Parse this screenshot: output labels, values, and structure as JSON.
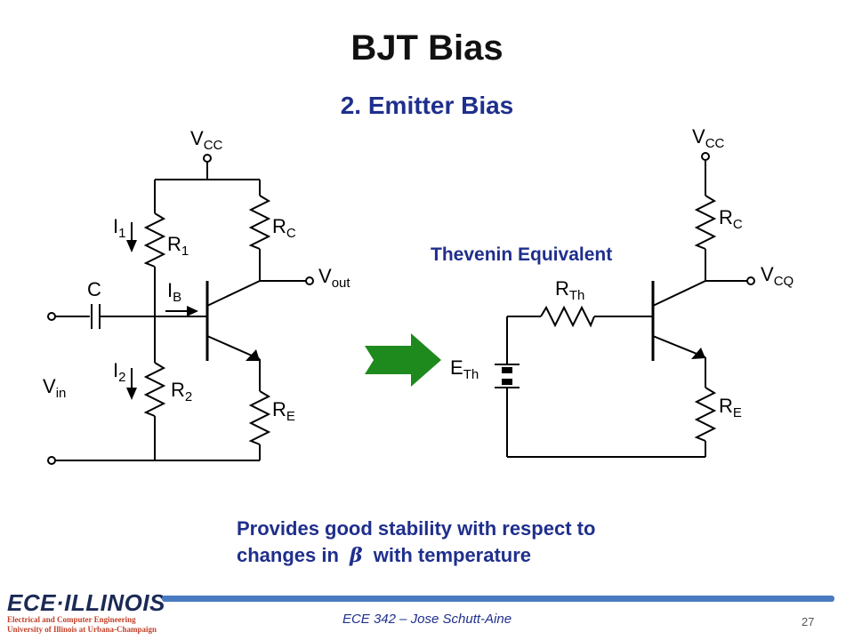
{
  "slide": {
    "title": "BJT Bias",
    "subtitle": "2. Emitter Bias",
    "thevenin_label": "Thevenin Equivalent",
    "body_line1": "Provides good stability with respect to",
    "body_line2_prefix": "changes in",
    "body_line2_symbol": "β",
    "body_line2_suffix": "with temperature",
    "arrow_color": "#1e8a1e"
  },
  "left_circuit": {
    "vcc": {
      "main": "V",
      "sub": "CC"
    },
    "i1": {
      "main": "I",
      "sub": "1"
    },
    "r1": {
      "main": "R",
      "sub": "1"
    },
    "rc": {
      "main": "R",
      "sub": "C"
    },
    "vout": {
      "main": "V",
      "sub": "out"
    },
    "c": "C",
    "ib": {
      "main": "I",
      "sub": "B"
    },
    "i2": {
      "main": "I",
      "sub": "2"
    },
    "r2": {
      "main": "R",
      "sub": "2"
    },
    "vin": {
      "main": "V",
      "sub": "in"
    },
    "re": {
      "main": "R",
      "sub": "E"
    }
  },
  "right_circuit": {
    "vcc": {
      "main": "V",
      "sub": "CC"
    },
    "rc": {
      "main": "R",
      "sub": "C"
    },
    "vcq": {
      "main": "V",
      "sub": "CQ"
    },
    "rth": {
      "main": "R",
      "sub": "Th"
    },
    "eth": {
      "main": "E",
      "sub": "Th"
    },
    "re": {
      "main": "R",
      "sub": "E"
    }
  },
  "footer": {
    "course": "ECE 342 – Jose Schutt-Aine",
    "page": "27",
    "logo_main": "ECE·ILLINOIS",
    "logo_line1": "Electrical and Computer Engineering",
    "logo_line2": "University of Illinois at Urbana-Champaign"
  }
}
